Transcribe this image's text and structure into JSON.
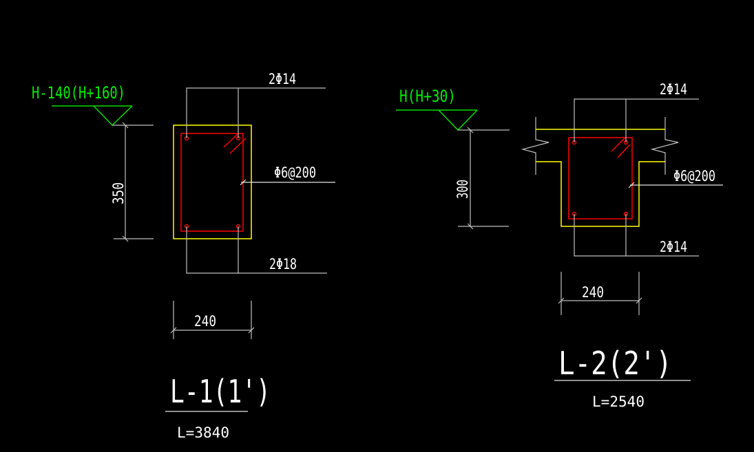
{
  "colors": {
    "background": "#000000",
    "concrete": "#ffff00",
    "rebar": "#ff0000",
    "elevation": "#00e000",
    "dimension": "#c0c0c0",
    "text": "#ffffff"
  },
  "sections": [
    {
      "elevation_label": "H-140(H+160)",
      "height_dim": "350",
      "width_dim": "240",
      "top_rebar": "2Φ14",
      "stirrup": "Φ6@200",
      "bottom_rebar": "2Φ18",
      "title": "L-1(1')",
      "length": "L=3840"
    },
    {
      "elevation_label": "H(H+30)",
      "height_dim": "300",
      "width_dim": "240",
      "top_rebar": "2Φ14",
      "stirrup": "Φ6@200",
      "bottom_rebar": "2Φ14",
      "title": "L-2(2')",
      "length": "L=2540"
    }
  ]
}
